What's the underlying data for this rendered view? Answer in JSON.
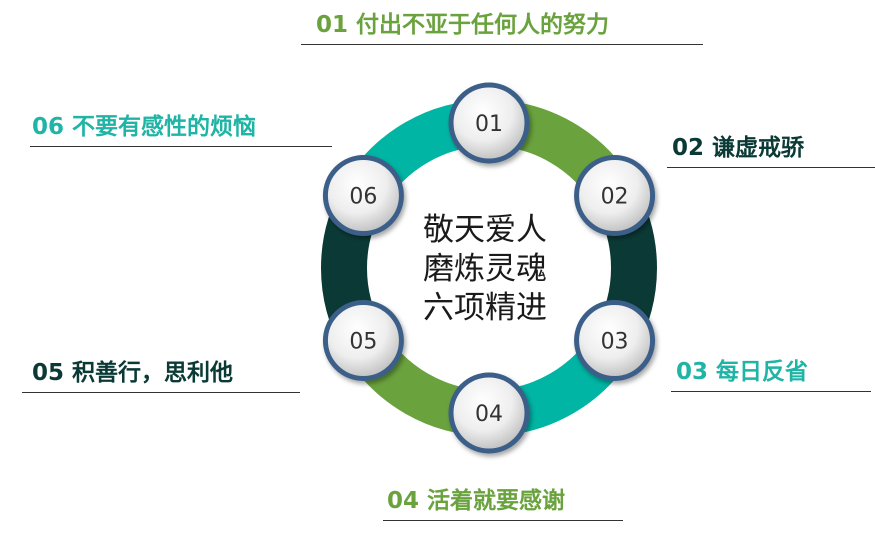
{
  "center_text": [
    "敬天爱人",
    "磨炼灵魂",
    "六项精进"
  ],
  "nodes": [
    {
      "num": "01",
      "title": "01 付出不亚于任何人的努力",
      "color": "#6aa23e"
    },
    {
      "num": "02",
      "title": "02 谦虚戒骄",
      "color": "#0b3a36"
    },
    {
      "num": "03",
      "title": "03 每日反省",
      "color": "#1fb4a6"
    },
    {
      "num": "04",
      "title": "04 活着就要感谢",
      "color": "#6aa23e"
    },
    {
      "num": "05",
      "title": "05 积善行，思利他",
      "color": "#0b3a36"
    },
    {
      "num": "06",
      "title": "06 不要有感性的烦恼",
      "color": "#1fb4a6"
    }
  ],
  "colors": {
    "green": "#6aa23e",
    "teal": "#00b5a4",
    "dark": "#0b3a36",
    "node_border": "#3a5f88"
  }
}
